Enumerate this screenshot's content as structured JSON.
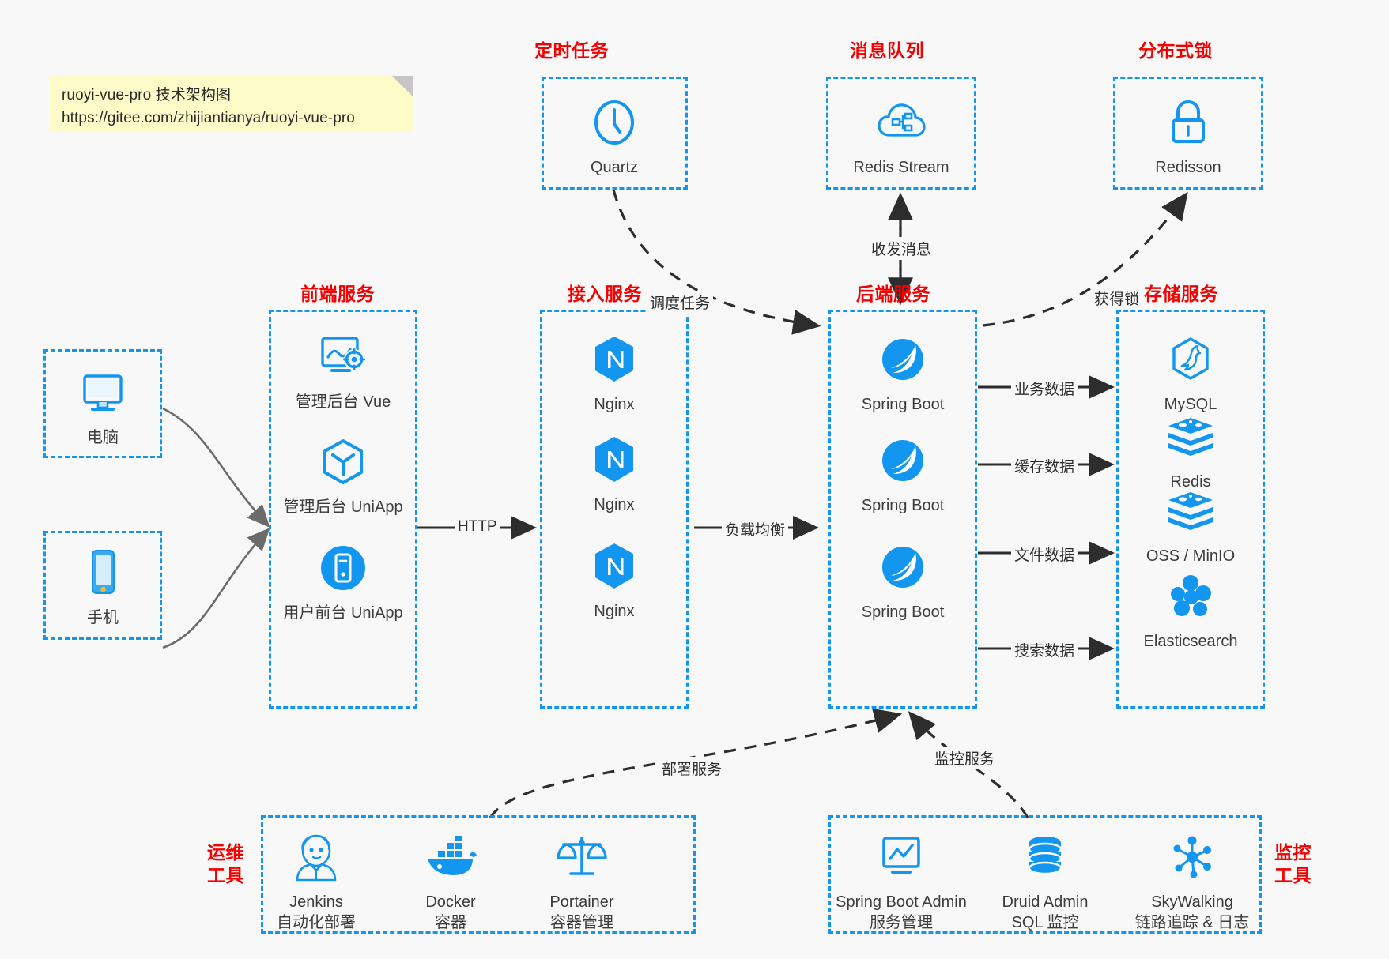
{
  "note": {
    "line1": "ruoyi-vue-pro 技术架构图",
    "line2": "https://gitee.com/zhijiantianya/ruoyi-vue-pro"
  },
  "colors": {
    "accent_blue": "#1296f0",
    "caption_red": "#f50000",
    "note_yellow": "#fdfbc8",
    "background": "#f8f8f9",
    "arrow_dark": "#2d2d2d"
  },
  "sections": {
    "scheduler": {
      "caption": "定时任务"
    },
    "mq": {
      "caption": "消息队列"
    },
    "lock": {
      "caption": "分布式锁"
    },
    "frontend": {
      "caption": "前端服务"
    },
    "gateway": {
      "caption": "接入服务"
    },
    "backend": {
      "caption": "后端服务"
    },
    "storage": {
      "caption": "存储服务"
    },
    "devops": {
      "caption_line1": "运维",
      "caption_line2": "工具"
    },
    "monitor": {
      "caption_line1": "监控",
      "caption_line2": "工具"
    }
  },
  "clients": [
    {
      "label": "电脑",
      "icon": "desktop-monitor-icon"
    },
    {
      "label": "手机",
      "icon": "mobile-phone-icon"
    }
  ],
  "scheduler_nodes": [
    {
      "label": "Quartz",
      "icon": "clock-icon"
    }
  ],
  "mq_nodes": [
    {
      "label": "Redis Stream",
      "icon": "cloud-stream-icon"
    }
  ],
  "lock_nodes": [
    {
      "label": "Redisson",
      "icon": "padlock-icon"
    }
  ],
  "frontend_nodes": [
    {
      "label": "管理后台 Vue",
      "icon": "admin-dashboard-icon"
    },
    {
      "label": "管理后台 UniApp",
      "icon": "uniapp-cube-icon"
    },
    {
      "label": "用户前台 UniApp",
      "icon": "mobile-app-icon"
    }
  ],
  "gateway_nodes": [
    {
      "label": "Nginx",
      "icon": "nginx-icon"
    },
    {
      "label": "Nginx",
      "icon": "nginx-icon"
    },
    {
      "label": "Nginx",
      "icon": "nginx-icon"
    }
  ],
  "backend_nodes": [
    {
      "label": "Spring Boot",
      "icon": "spring-boot-icon"
    },
    {
      "label": "Spring Boot",
      "icon": "spring-boot-icon"
    },
    {
      "label": "Spring Boot",
      "icon": "spring-boot-icon"
    }
  ],
  "storage_nodes": [
    {
      "label": "MySQL",
      "icon": "mysql-icon"
    },
    {
      "label": "Redis",
      "icon": "redis-icon"
    },
    {
      "label": "OSS / MinIO",
      "icon": "object-storage-icon"
    },
    {
      "label": "Elasticsearch",
      "icon": "elasticsearch-icon"
    }
  ],
  "devops_nodes": [
    {
      "label": "Jenkins",
      "sublabel": "自动化部署",
      "icon": "jenkins-icon"
    },
    {
      "label": "Docker",
      "sublabel": "容器",
      "icon": "docker-whale-icon"
    },
    {
      "label": "Portainer",
      "sublabel": "容器管理",
      "icon": "scales-icon"
    }
  ],
  "monitor_nodes": [
    {
      "label": "Spring Boot Admin",
      "sublabel": "服务管理",
      "icon": "monitor-chart-icon"
    },
    {
      "label": "Druid Admin",
      "sublabel": "SQL 监控",
      "icon": "database-stack-icon"
    },
    {
      "label": "SkyWalking",
      "sublabel": "链路追踪 & 日志",
      "icon": "skywalking-node-icon"
    }
  ],
  "edges": [
    {
      "id": "http",
      "label": "HTTP"
    },
    {
      "id": "lb",
      "label": "负载均衡"
    },
    {
      "id": "schedule",
      "label": "调度任务"
    },
    {
      "id": "message",
      "label": "收发消息"
    },
    {
      "id": "acquire-lock",
      "label": "获得锁"
    },
    {
      "id": "biz-data",
      "label": "业务数据"
    },
    {
      "id": "cache-data",
      "label": "缓存数据"
    },
    {
      "id": "file-data",
      "label": "文件数据"
    },
    {
      "id": "search-data",
      "label": "搜索数据"
    },
    {
      "id": "deploy",
      "label": "部署服务"
    },
    {
      "id": "monitoring",
      "label": "监控服务"
    }
  ]
}
